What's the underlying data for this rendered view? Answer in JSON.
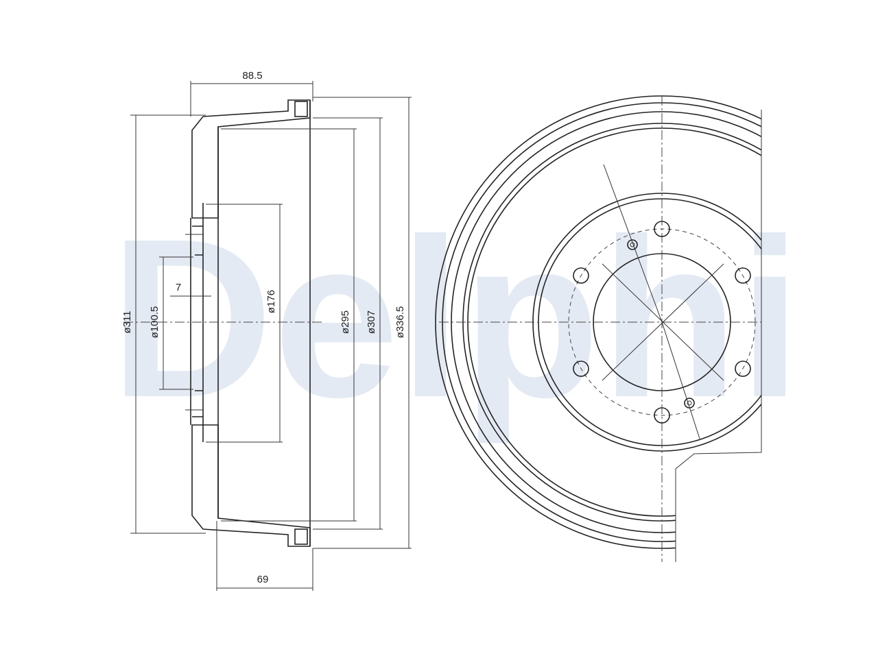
{
  "watermark": {
    "text": "Delphi",
    "color": "#dbe3ef"
  },
  "colors": {
    "line": "#222222",
    "background": "#ffffff"
  },
  "dimensions": {
    "overall_width": "88.5",
    "inner_depth": "69",
    "offset": "7",
    "dia_311": "ø311",
    "dia_100_5": "ø100.5",
    "dia_176": "ø176",
    "dia_295": "ø295",
    "dia_307": "ø307",
    "dia_336_5": "ø336.5"
  }
}
